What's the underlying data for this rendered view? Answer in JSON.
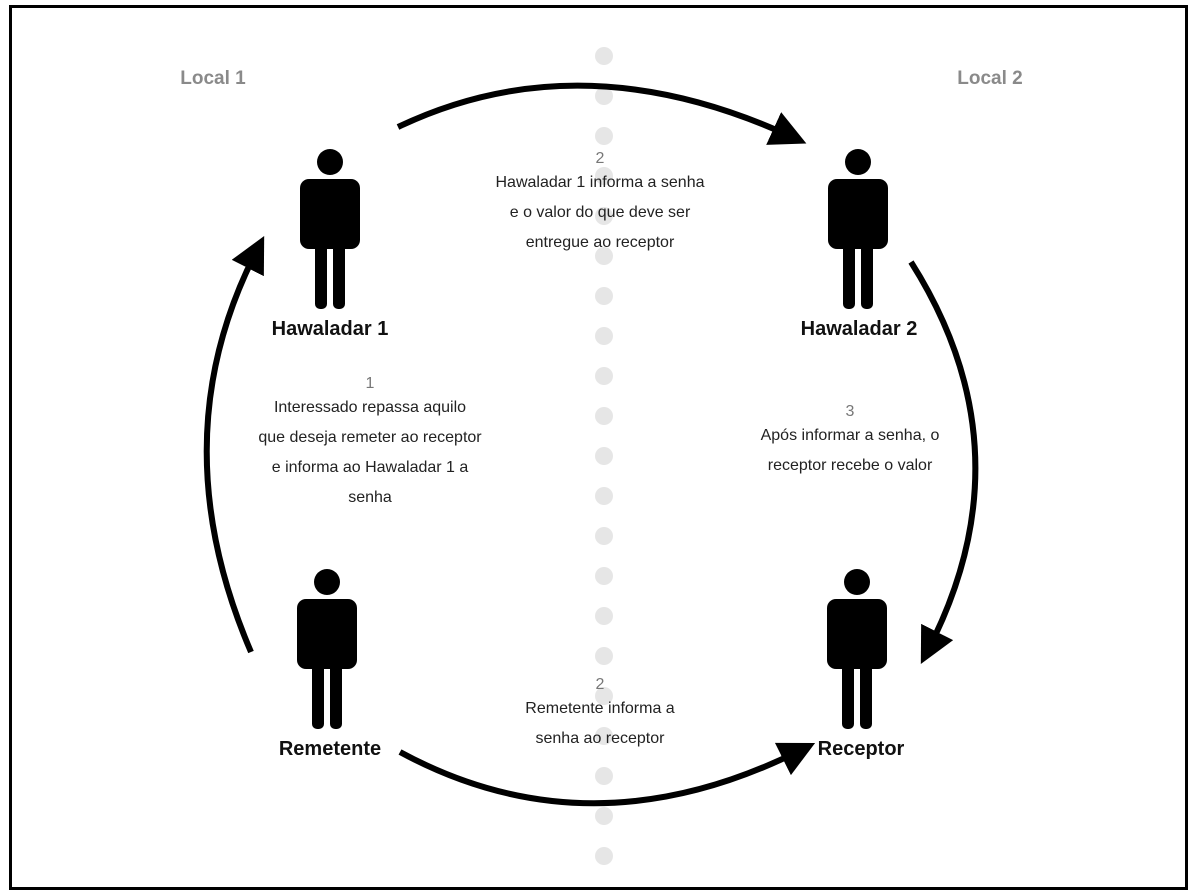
{
  "diagram": {
    "regions": {
      "left": "Local 1",
      "right": "Local 2"
    },
    "actors": {
      "hawaladar1": "Hawaladar 1",
      "hawaladar2": "Hawaladar 2",
      "remetente": "Remetente",
      "receptor": "Receptor"
    },
    "steps": {
      "top": {
        "number": "2",
        "lines": [
          "Hawaladar 1 informa a senha",
          "e o valor do que deve ser",
          "entregue ao receptor"
        ]
      },
      "left": {
        "number": "1",
        "lines": [
          "Interessado repassa aquilo",
          "que deseja remeter ao receptor",
          "e informa ao Hawaladar 1 a",
          "senha"
        ]
      },
      "right": {
        "number": "3",
        "lines": [
          "Após informar a senha, o",
          "receptor recebe o valor"
        ]
      },
      "bottom": {
        "number": "2",
        "lines": [
          "Remetente informa a",
          "senha ao receptor"
        ]
      }
    },
    "icons": {
      "person": "person-silhouette-icon",
      "divider": "dotted-divider"
    },
    "colors": {
      "frame": "#000000",
      "arrow": "#000000",
      "person": "#000000",
      "divider_dot": "#e6e6e6",
      "region_label": "#8a8a8a"
    }
  }
}
